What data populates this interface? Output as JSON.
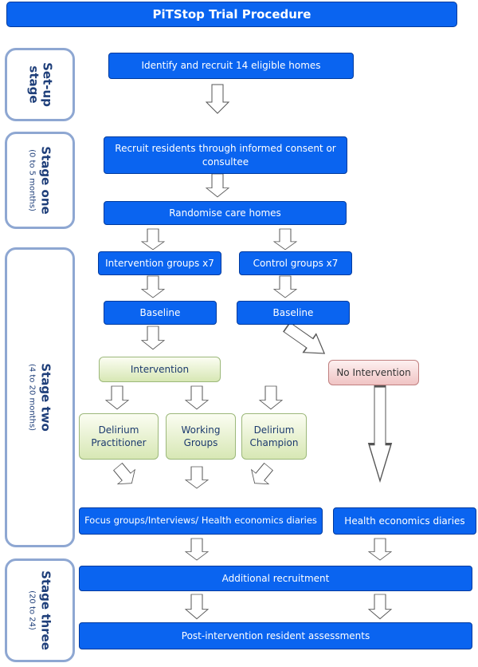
{
  "title": "PiTStop Trial Procedure",
  "stages": {
    "setup": {
      "name": "Set-up stage",
      "period": ""
    },
    "one": {
      "name": "Stage one",
      "period": "(0 to 5 months)"
    },
    "two": {
      "name": "Stage two",
      "period": "(4 to 20 months)"
    },
    "three": {
      "name": "Stage three",
      "period": "(20 to 24)"
    }
  },
  "steps": {
    "identify": "Identify and recruit 14 eligible homes",
    "recruit_residents": "Recruit residents through informed consent or consultee",
    "randomise": "Randomise care homes",
    "intervention_groups": "Intervention groups x7",
    "control_groups": "Control groups x7",
    "baseline_intervention": "Baseline",
    "baseline_control": "Baseline",
    "intervention": "Intervention",
    "no_intervention": "No Intervention",
    "delirium_practitioner": "Delirium Practitioner",
    "working_groups": "Working Groups",
    "delirium_champion": "Delirium Champion",
    "focus_groups": "Focus groups/Interviews/ Health economics diaries",
    "health_economics": "Health economics diaries",
    "additional_recruitment": "Additional recruitment",
    "post_assessments": "Post-intervention resident assessments"
  },
  "colors": {
    "process_blue": "#0a64f0",
    "stage_border": "#8ea7d2",
    "intervention_green": "#d7e7b4",
    "no_intervention_pink": "#f0c4c4"
  }
}
